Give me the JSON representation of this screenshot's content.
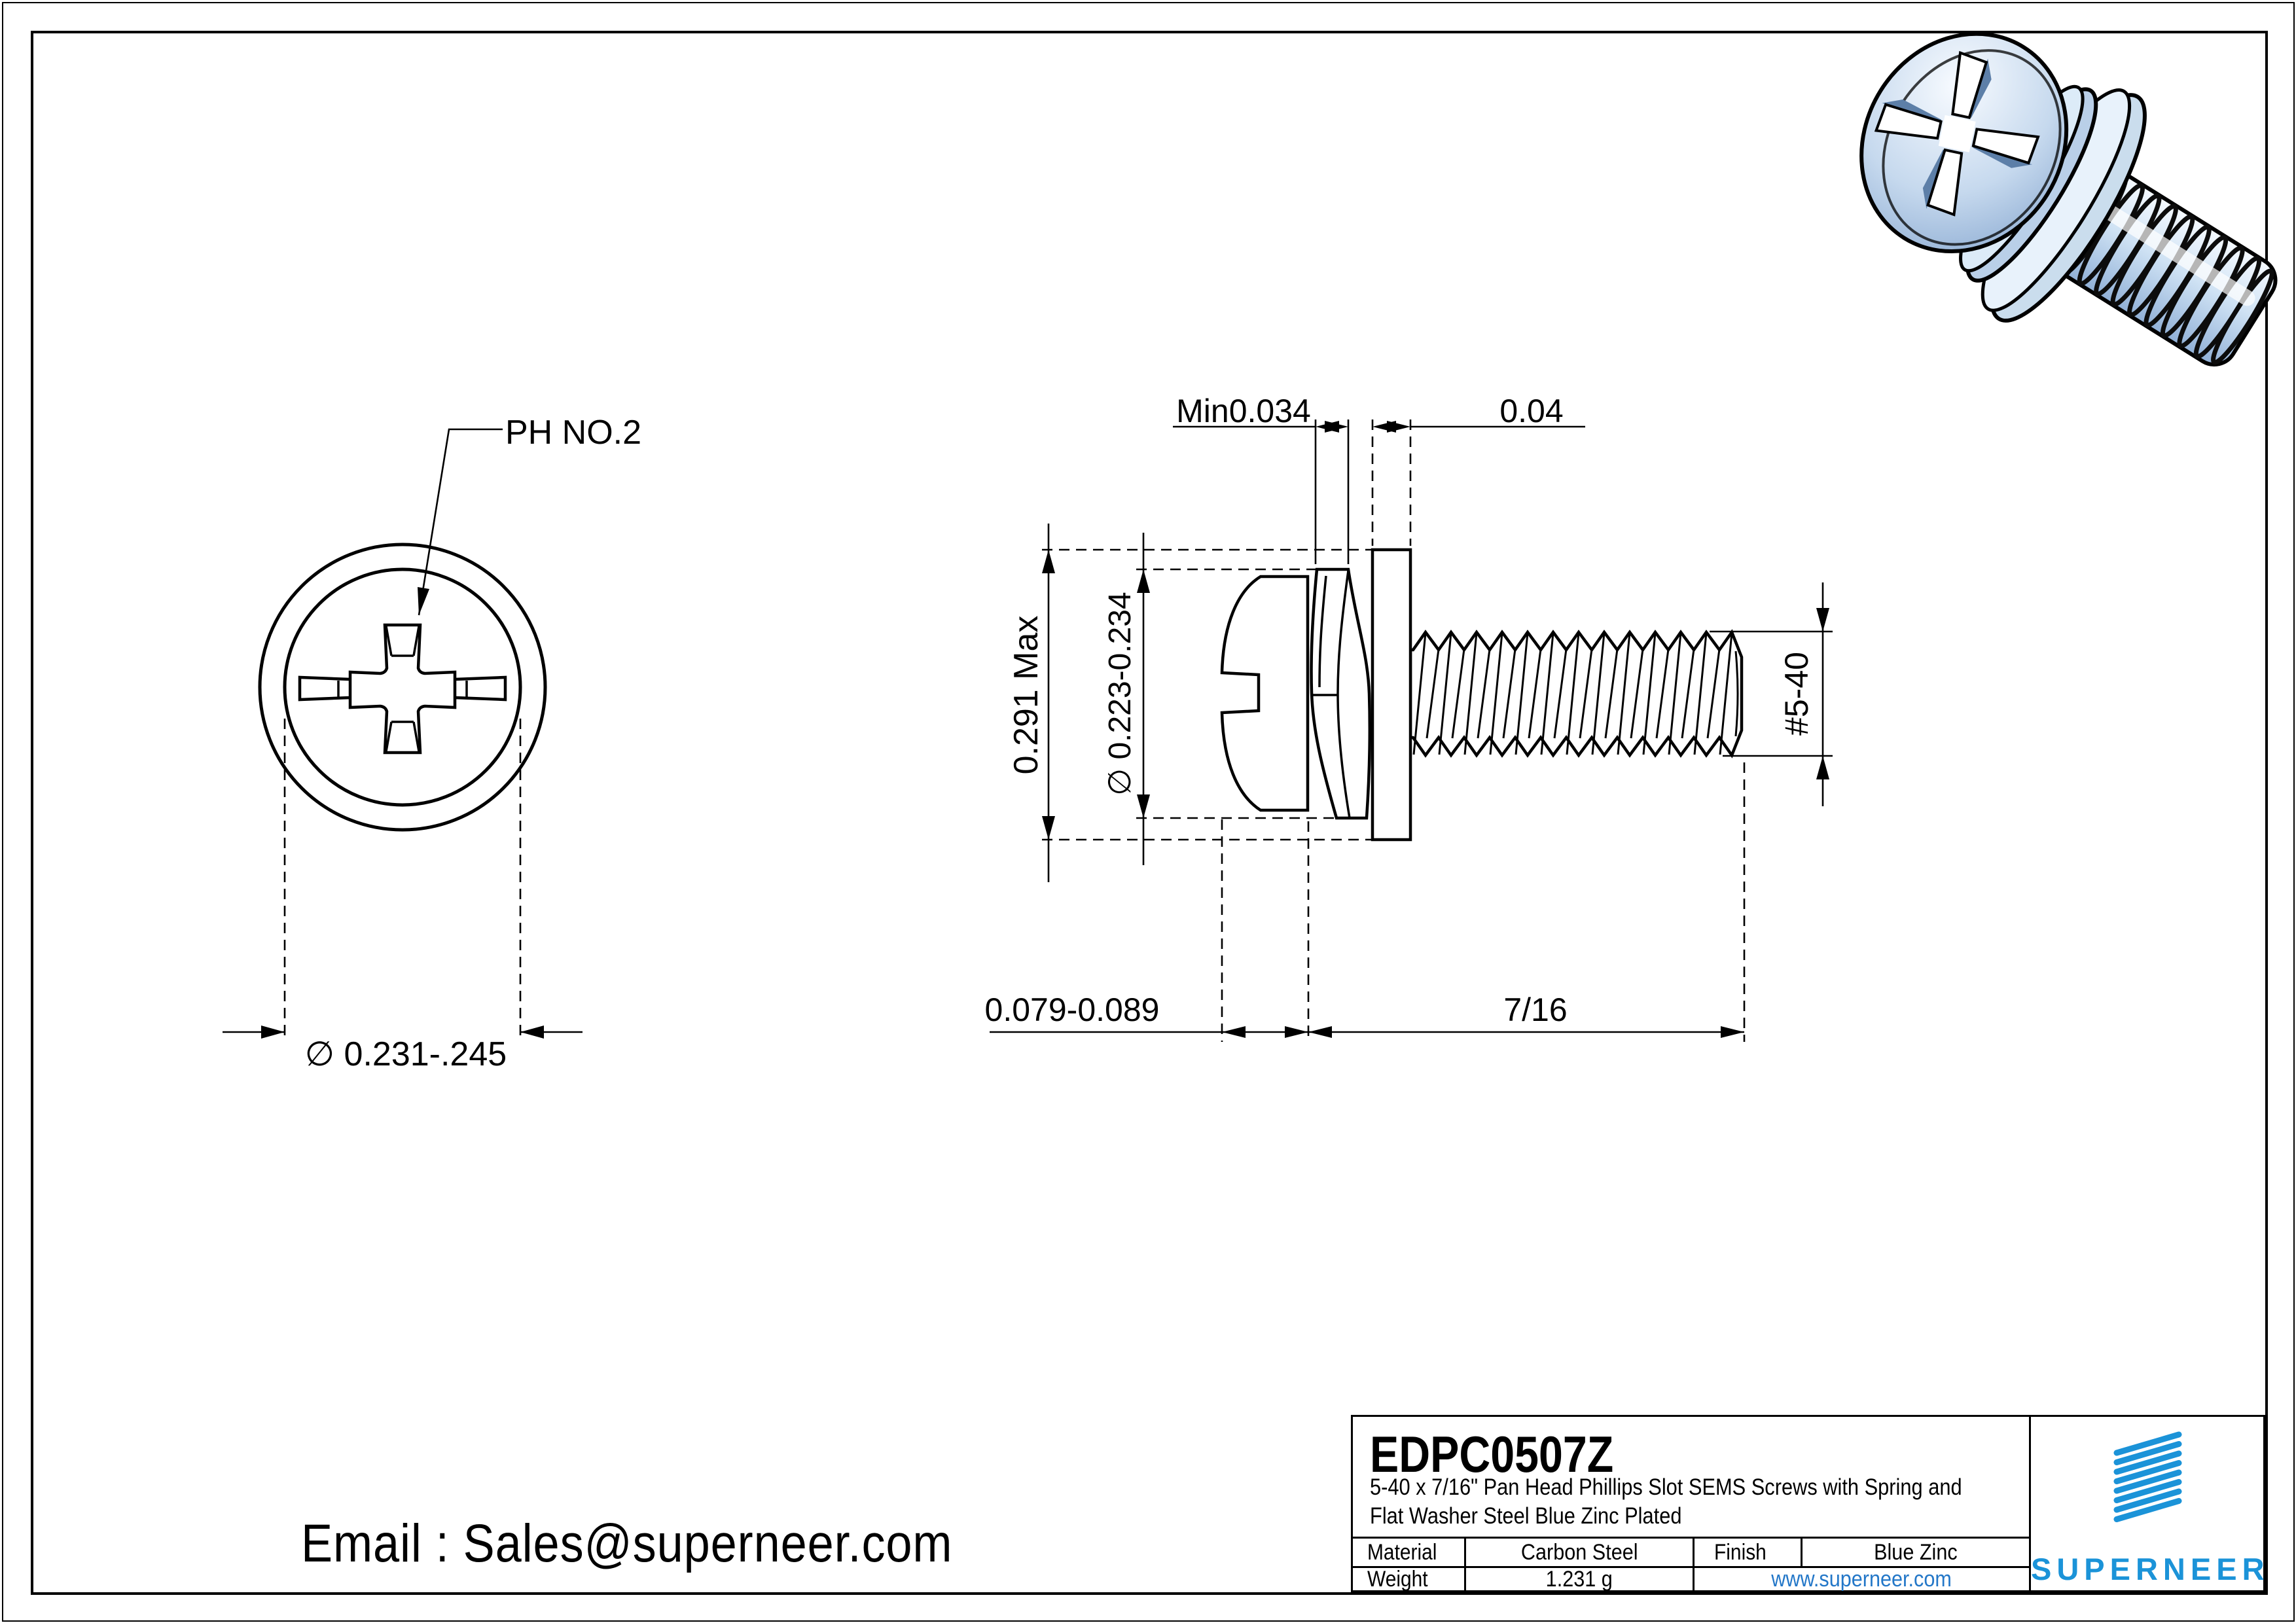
{
  "drawing": {
    "front_view": {
      "label": "PH NO.2",
      "head_diameter": "∅ 0.231-.245"
    },
    "side_view": {
      "spring_thickness": "Min0.034",
      "washer_thickness": "0.04",
      "washer_od": "0.291 Max",
      "spring_od": "∅ 0.223-0.234",
      "thread_size": "#5-40",
      "head_height": "0.079-0.089",
      "screw_length": "7/16"
    }
  },
  "email": "Email : Sales@superneer.com",
  "title_block": {
    "part_number": "EDPC0507Z",
    "description_line1": "5-40 x 7/16\" Pan Head Phillips Slot SEMS Screws with Spring and",
    "description_line2": "Flat Washer Steel Blue Zinc Plated",
    "material_label": "Material",
    "material_value": "Carbon Steel",
    "finish_label": "Finish",
    "finish_value": "Blue Zinc",
    "weight_label": "Weight",
    "weight_value": "1.231 g",
    "website": "www.superneer.com",
    "brand": "SUPERNEER",
    "brand_color": "#1b93d8",
    "link_color": "#2377c8"
  }
}
